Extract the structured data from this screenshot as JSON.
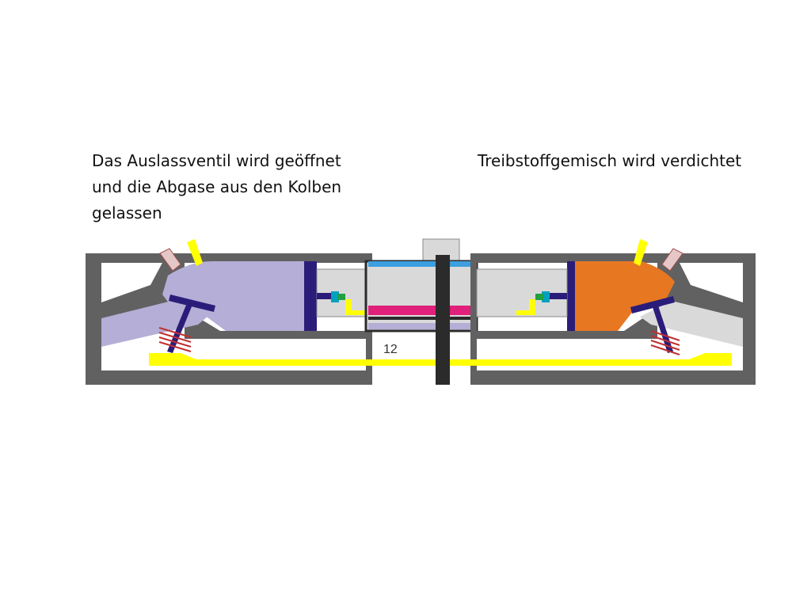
{
  "captions": {
    "left": [
      "Das Auslassventil wird geöffnet",
      "und die Abgase aus den Kolben",
      "gelassen"
    ],
    "right": [
      "Treibstoffgemisch wird verdichtet"
    ]
  },
  "diagram": {
    "step_number": "12",
    "colors": {
      "housing": "#616161",
      "chamber_left": "#b5aed6",
      "chamber_right": "#e87722",
      "fuel_line": "#ffff00",
      "valve": "#2a1d7a",
      "connecting_rod": "#c0c0c0",
      "shaft": "#2b2b2b",
      "blue_bar": "#3b9fe0",
      "magenta_bar": "#e0207a",
      "spring": "#c03030"
    }
  }
}
